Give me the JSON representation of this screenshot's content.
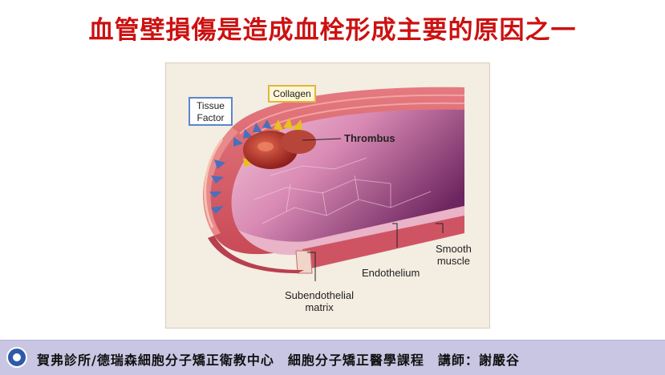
{
  "slide": {
    "title": "血管壁損傷是造成血栓形成主要的原因之一"
  },
  "figure": {
    "labels": {
      "tissue_factor_line1": "Tissue",
      "tissue_factor_line2": "Factor",
      "collagen": "Collagen",
      "thrombus": "Thrombus",
      "smooth_muscle_line1": "Smooth",
      "smooth_muscle_line2": "muscle",
      "endothelium": "Endothelium",
      "subendothelial_line1": "Subendothelial",
      "subendothelial_line2": "matrix"
    },
    "colors": {
      "vessel_wall": "#d9606a",
      "vessel_inner": "#e9a8c4",
      "lumen_dark": "#7a2a6a",
      "thrombus": "#b8322a",
      "tissue_factor_arrow": "#4a6fbf",
      "collagen_arrow": "#e8c020"
    }
  },
  "footer": {
    "text": "賀弗診所/德瑞森細胞分子矯正衛教中心　細胞分子矯正醫學課程　講師：謝嚴谷"
  }
}
